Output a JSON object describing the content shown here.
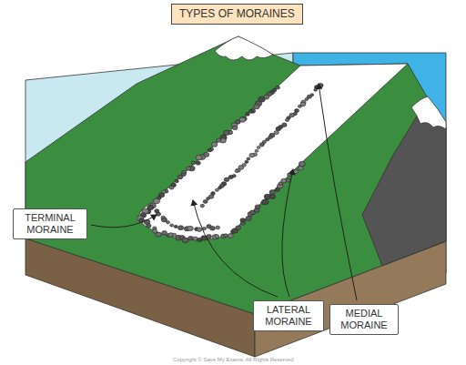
{
  "diagram": {
    "title": "TYPES OF MORAINES",
    "nodes": [
      {
        "text": [
          "TERMINAL MORAINE"
        ]
      },
      {
        "text": [
          "LATERAL MORAINE"
        ]
      },
      {
        "text": [
          "MEDIAL MORAINE"
        ]
      }
    ],
    "labels": [
      "Copyright © Save My Exams. All Rights Reserved"
    ]
  }
}
